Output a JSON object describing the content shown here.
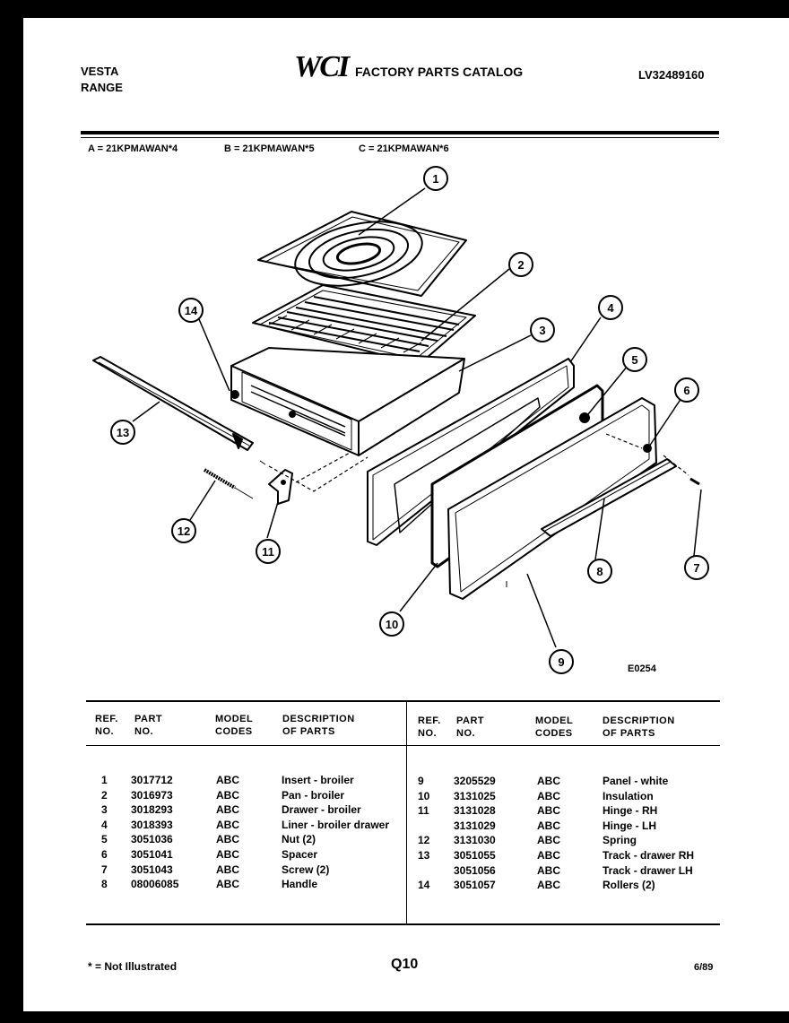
{
  "header": {
    "brand": "VESTA",
    "product": "RANGE",
    "logo": "WCI",
    "catalog_title": "FACTORY PARTS CATALOG",
    "catalog_number": "LV32489160"
  },
  "models": {
    "a": "A = 21KPMAWAN*4",
    "b": "B = 21KPMAWAN*5",
    "c": "C = 21KPMAWAN*6"
  },
  "diagram": {
    "code": "E0254",
    "callouts": [
      "1",
      "2",
      "3",
      "4",
      "5",
      "6",
      "7",
      "8",
      "9",
      "10",
      "11",
      "12",
      "13",
      "14"
    ]
  },
  "table": {
    "headers": {
      "ref_1": "REF.",
      "ref_2": "NO.",
      "part_1": "PART",
      "part_2": "NO.",
      "model_1": "MODEL",
      "model_2": "CODES",
      "desc_1": "DESCRIPTION",
      "desc_2": "OF PARTS"
    },
    "left": [
      {
        "ref": "1",
        "part": "3017712",
        "codes": "ABC",
        "desc": "Insert - broiler"
      },
      {
        "ref": "2",
        "part": "3016973",
        "codes": "ABC",
        "desc": "Pan - broiler"
      },
      {
        "ref": "3",
        "part": "3018293",
        "codes": "ABC",
        "desc": "Drawer - broiler"
      },
      {
        "ref": "4",
        "part": "3018393",
        "codes": "ABC",
        "desc": "Liner - broiler drawer"
      },
      {
        "ref": "5",
        "part": "3051036",
        "codes": "ABC",
        "desc": "Nut (2)"
      },
      {
        "ref": "6",
        "part": "3051041",
        "codes": "ABC",
        "desc": "Spacer"
      },
      {
        "ref": "7",
        "part": "3051043",
        "codes": "ABC",
        "desc": "Screw (2)"
      },
      {
        "ref": "8",
        "part": "08006085",
        "codes": "ABC",
        "desc": "Handle"
      }
    ],
    "right": [
      {
        "ref": "9",
        "part": "3205529",
        "codes": "ABC",
        "desc": "Panel - white"
      },
      {
        "ref": "10",
        "part": "3131025",
        "codes": "ABC",
        "desc": "Insulation"
      },
      {
        "ref": "11",
        "part": "3131028",
        "codes": "ABC",
        "desc": "Hinge - RH"
      },
      {
        "ref": "",
        "part": "3131029",
        "codes": "ABC",
        "desc": "Hinge - LH"
      },
      {
        "ref": "12",
        "part": "3131030",
        "codes": "ABC",
        "desc": "Spring"
      },
      {
        "ref": "13",
        "part": "3051055",
        "codes": "ABC",
        "desc": "Track - drawer RH"
      },
      {
        "ref": "",
        "part": "3051056",
        "codes": "ABC",
        "desc": "Track - drawer LH"
      },
      {
        "ref": "14",
        "part": "3051057",
        "codes": "ABC",
        "desc": "Rollers (2)"
      }
    ]
  },
  "footer": {
    "note": "* = Not Illustrated",
    "page": "Q10",
    "date": "6/89"
  }
}
